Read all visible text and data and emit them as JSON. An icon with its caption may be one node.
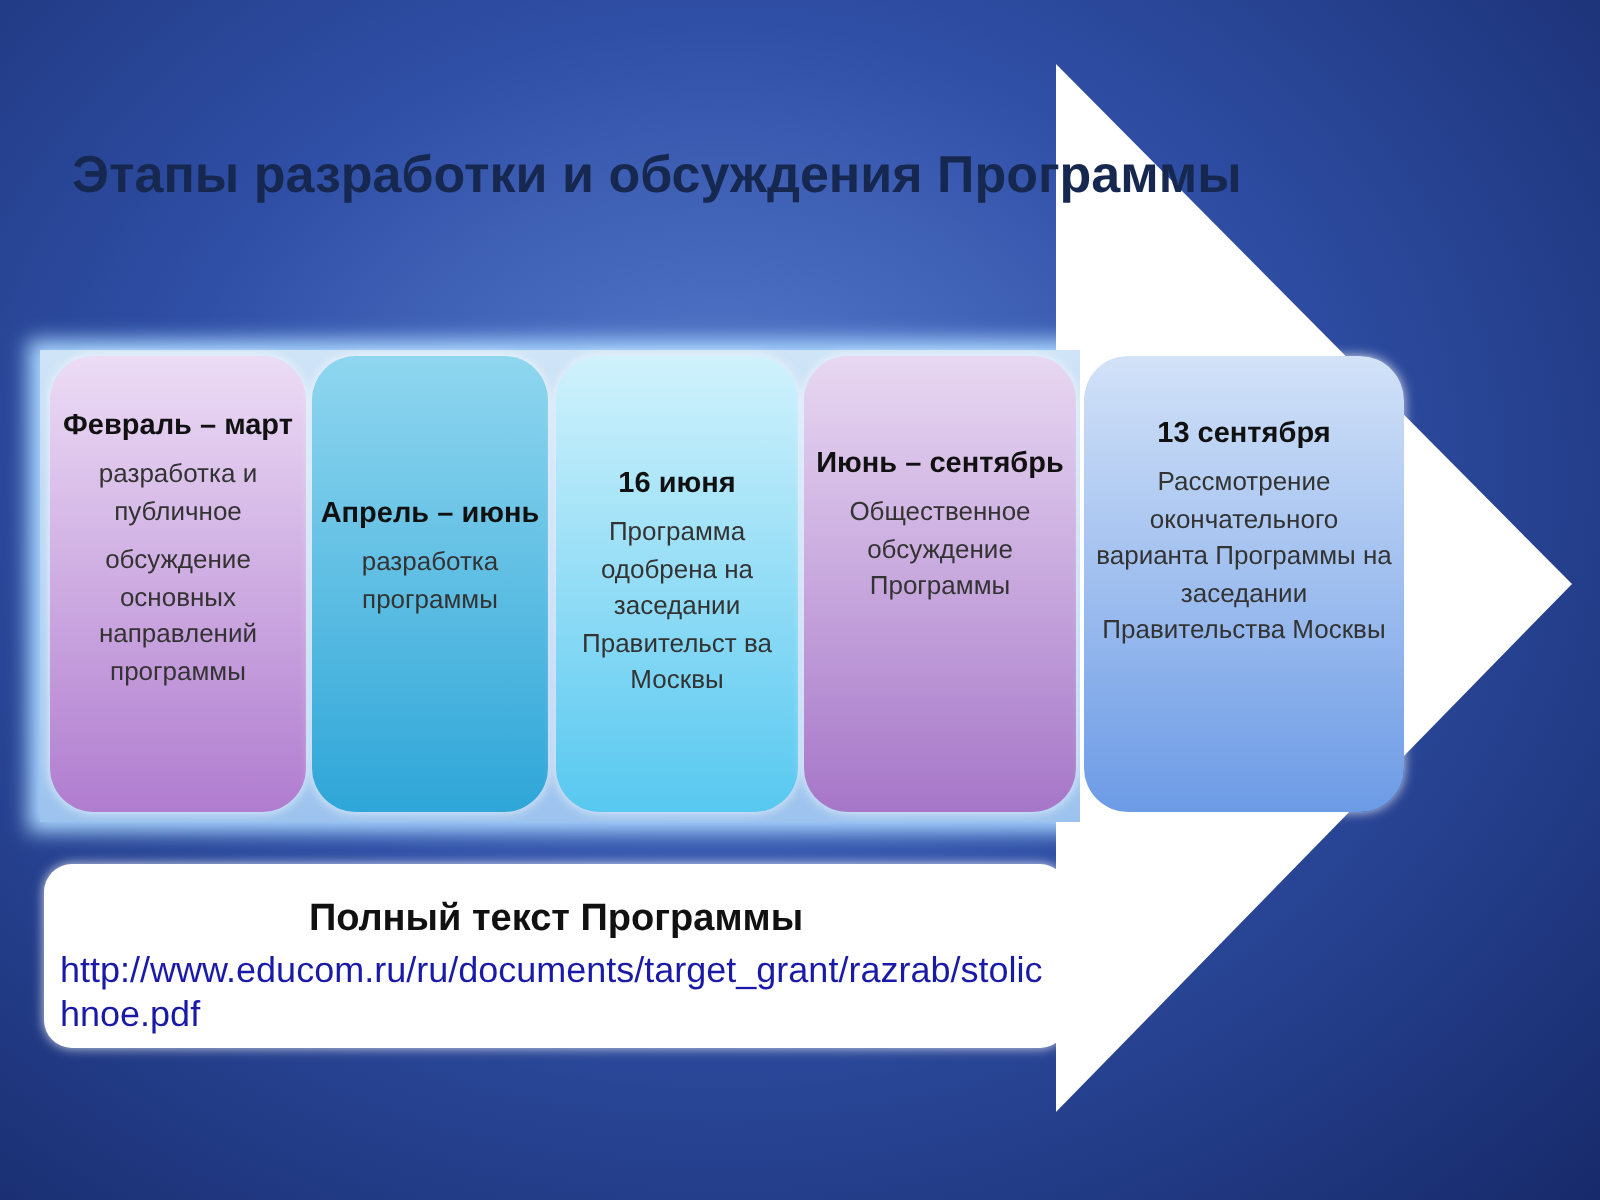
{
  "diagram": {
    "title": "Этапы разработки и обсуждения Программы",
    "nodes": [
      {
        "text": [
          "Февраль – март",
          "разработка и публичное",
          "обсуждение основных направлений программы"
        ]
      },
      {
        "text": [
          "Апрель – июнь",
          "разработка программы"
        ]
      },
      {
        "text": [
          "16 июня",
          "Программа одобрена на заседании Правительст ва Москвы"
        ]
      },
      {
        "text": [
          "Июнь – сентябрь",
          "Общественное обсуждение Программы"
        ]
      },
      {
        "text": [
          "13 сентября",
          "Рассмотрение окончательного варианта Программы на заседании Правительства Москвы"
        ]
      },
      {
        "text": [
          "Полный текст Программы",
          "http://www.educom.ru/ru/documents/target_grant/razrab/stolichnoe.pdf"
        ]
      }
    ]
  }
}
